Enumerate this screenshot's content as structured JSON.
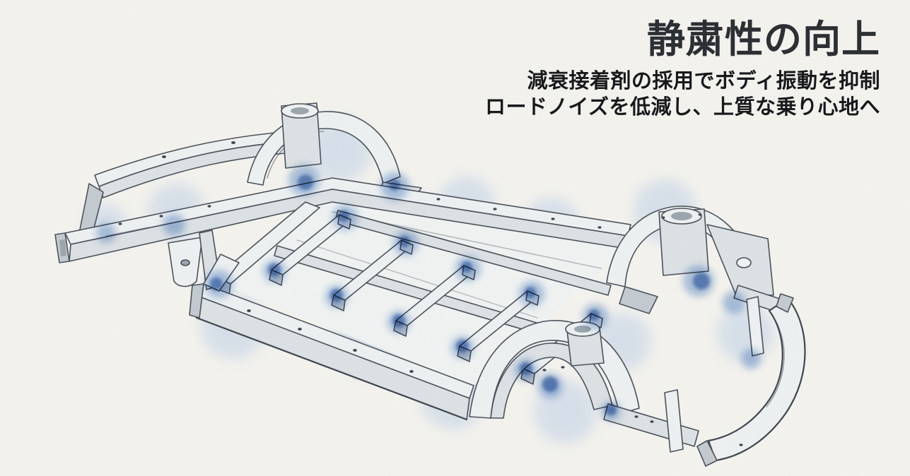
{
  "page": {
    "background_color": "#f4f3ee"
  },
  "header": {
    "title": "静粛性の向上",
    "subtitle_line1": "減衰接着剤の採用でボディ振動を抑制",
    "subtitle_line2": "ロードノイズを低減し、上質な乗り心地へ",
    "title_color": "#2c2f34",
    "subtitle_color": "#17191c"
  },
  "diagram": {
    "type": "illustration",
    "subject": "ladder-frame-chassis-watercolor",
    "ink_color": "#49505a",
    "metal_light": "#eef1f1",
    "metal_mid": "#dde2e5",
    "metal_dark": "#c3cbd1",
    "highlight_color": "#4a7fc9",
    "adhesive_spots": {
      "halo": {
        "color": "#96b7e2",
        "opacity": 0.3,
        "blur": "b9",
        "points": [
          [
            250,
            300,
            40
          ],
          [
            480,
            212,
            46
          ],
          [
            560,
            300,
            40
          ],
          [
            660,
            290,
            40
          ],
          [
            780,
            320,
            40
          ],
          [
            940,
            298,
            44
          ],
          [
            330,
            462,
            46
          ],
          [
            520,
            484,
            48
          ],
          [
            640,
            564,
            44
          ],
          [
            800,
            584,
            44
          ],
          [
            1054,
            472,
            40
          ],
          [
            430,
            380,
            40
          ],
          [
            700,
            420,
            40
          ],
          [
            880,
            484,
            40
          ],
          [
            150,
            320,
            30
          ]
        ]
      },
      "mid": {
        "color": "#5b8cce",
        "opacity": 0.48,
        "blur": "b5",
        "points": [
          [
            430,
            255,
            22
          ],
          [
            558,
            264,
            20
          ],
          [
            488,
            308,
            18
          ],
          [
            574,
            344,
            18
          ],
          [
            662,
            380,
            18
          ],
          [
            752,
            416,
            18
          ],
          [
            842,
            448,
            18
          ],
          [
            310,
            402,
            20
          ],
          [
            388,
            384,
            16
          ],
          [
            476,
            420,
            16
          ],
          [
            564,
            456,
            16
          ],
          [
            654,
            492,
            16
          ],
          [
            744,
            524,
            16
          ],
          [
            988,
            398,
            22
          ],
          [
            1038,
            428,
            16
          ],
          [
            778,
            546,
            18
          ],
          [
            864,
            582,
            14
          ],
          [
            246,
            318,
            16
          ],
          [
            150,
            330,
            14
          ],
          [
            1062,
            508,
            14
          ]
        ]
      },
      "core": {
        "color": "#2f63b0",
        "opacity": 0.6,
        "blur": "b2",
        "points": [
          [
            432,
            258,
            11
          ],
          [
            388,
            382,
            9
          ],
          [
            476,
            418,
            9
          ],
          [
            564,
            454,
            9
          ],
          [
            654,
            490,
            9
          ],
          [
            744,
            522,
            9
          ],
          [
            486,
            306,
            8
          ],
          [
            572,
            342,
            8
          ],
          [
            660,
            378,
            8
          ],
          [
            750,
            414,
            8
          ],
          [
            840,
            446,
            8
          ],
          [
            992,
            398,
            12
          ],
          [
            778,
            544,
            11
          ],
          [
            306,
            402,
            9
          ],
          [
            864,
            580,
            8
          ],
          [
            558,
            262,
            8
          ]
        ]
      }
    }
  }
}
